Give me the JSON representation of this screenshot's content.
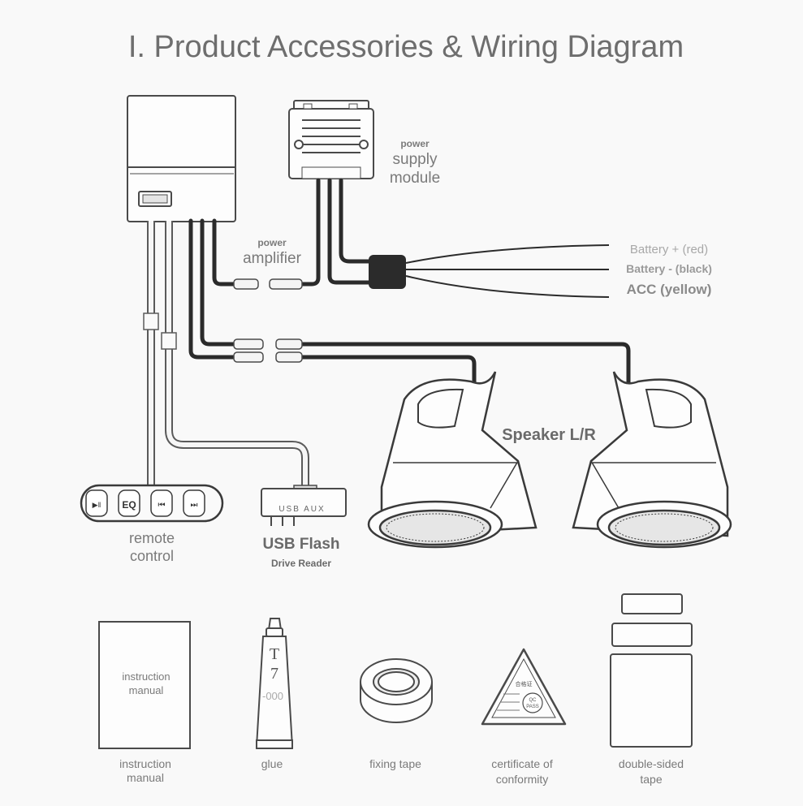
{
  "title": "I. Product Accessories & Wiring Diagram",
  "components": {
    "power_amplifier": {
      "line1": "power",
      "line2": "amplifier"
    },
    "power_supply_module": {
      "line1": "power",
      "line2": "supply",
      "line3": "module"
    },
    "battery_positive": "Battery + (red)",
    "battery_negative": "Battery - (black)",
    "acc": "ACC (yellow)",
    "speaker": "Speaker L/R",
    "remote_control": {
      "line1": "remote",
      "line2": "control"
    },
    "usb_reader": {
      "line1": "USB Flash",
      "line2": "Drive Reader",
      "port_text": "USB  AUX"
    },
    "remote_buttons": [
      "▶‖",
      "EQ",
      "⏮",
      "⏭"
    ]
  },
  "accessories": {
    "manual": {
      "cover_line1": "instruction",
      "cover_line2": "manual",
      "label_line1": "instruction",
      "label_line2": "manual"
    },
    "glue": {
      "tube_text1": "T",
      "tube_text2": "7",
      "tube_text3": "-000",
      "label": "glue"
    },
    "tape": {
      "label": "fixing tape"
    },
    "certificate": {
      "label_line1": "certificate of",
      "label_line2": "conformity",
      "stamp_top": "合格证",
      "stamp_circle1": "QC",
      "stamp_circle2": "PASS"
    },
    "double_tape": {
      "label_line1": "double-sided",
      "label_line2": "tape"
    }
  },
  "colors": {
    "wire": "#2b2b2b",
    "text": "#7a7a7a",
    "title": "#6e6e6e",
    "outline": "#4a4a4a"
  }
}
